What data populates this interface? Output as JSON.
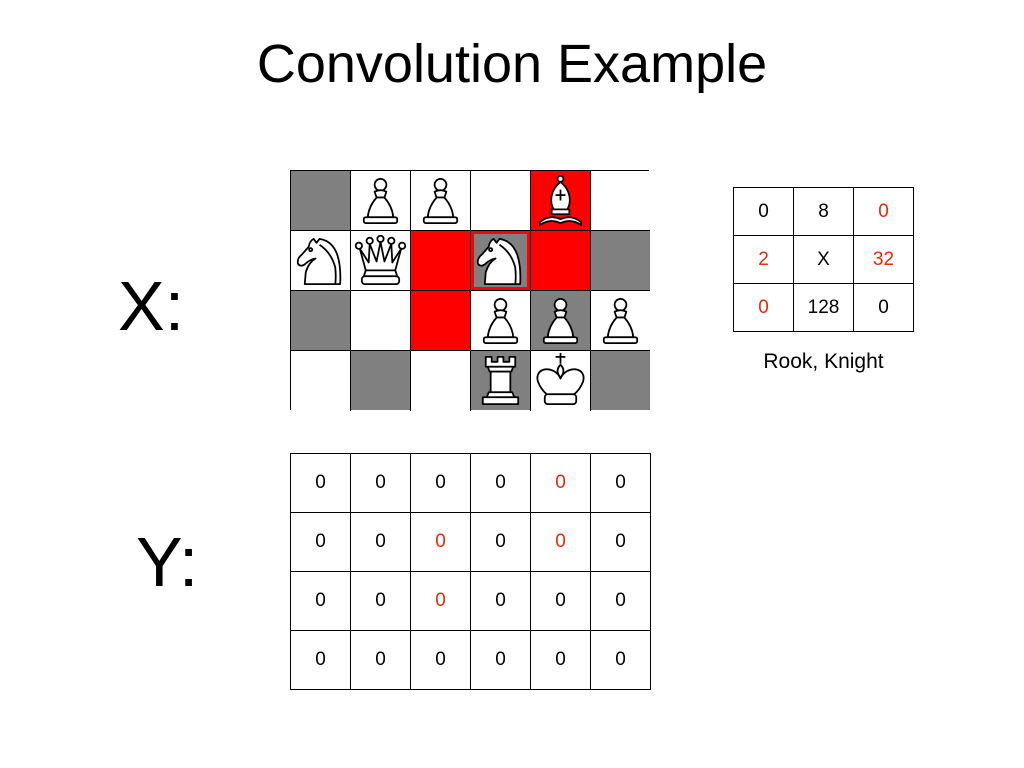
{
  "title": "Convolution Example",
  "x_label": "X:",
  "y_label": "Y:",
  "colors": {
    "highlight_red": "#ff0000",
    "value_red": "#e8290c",
    "dark_square": "#808080"
  },
  "board": {
    "squares": [
      [
        "grey",
        "white",
        "white",
        "white",
        "red",
        "white"
      ],
      [
        "white",
        "white",
        "red",
        "grey",
        "red",
        "grey"
      ],
      [
        "grey",
        "white",
        "red",
        "white",
        "grey",
        "white"
      ],
      [
        "white",
        "grey",
        "white",
        "grey",
        "white",
        "grey"
      ]
    ],
    "pieces": [
      {
        "row": 0,
        "col": 1,
        "piece": "pawn"
      },
      {
        "row": 0,
        "col": 2,
        "piece": "pawn"
      },
      {
        "row": 0,
        "col": 4,
        "piece": "bishop"
      },
      {
        "row": 1,
        "col": 0,
        "piece": "knight"
      },
      {
        "row": 1,
        "col": 1,
        "piece": "queen"
      },
      {
        "row": 1,
        "col": 3,
        "piece": "knight"
      },
      {
        "row": 2,
        "col": 3,
        "piece": "pawn"
      },
      {
        "row": 2,
        "col": 4,
        "piece": "pawn"
      },
      {
        "row": 2,
        "col": 5,
        "piece": "pawn"
      },
      {
        "row": 3,
        "col": 3,
        "piece": "rook"
      },
      {
        "row": 3,
        "col": 4,
        "piece": "king"
      }
    ],
    "highlighted": {
      "row": 1,
      "col": 3
    }
  },
  "filter": {
    "caption": "Rook, Knight",
    "cells": [
      [
        {
          "v": "0",
          "red": false
        },
        {
          "v": "8",
          "red": false
        },
        {
          "v": "0",
          "red": true
        }
      ],
      [
        {
          "v": "2",
          "red": true
        },
        {
          "v": "X",
          "red": false
        },
        {
          "v": "32",
          "red": true
        }
      ],
      [
        {
          "v": "0",
          "red": true
        },
        {
          "v": "128",
          "red": false
        },
        {
          "v": "0",
          "red": false
        }
      ]
    ]
  },
  "output": {
    "cells": [
      [
        {
          "v": "0",
          "red": false
        },
        {
          "v": "0",
          "red": false
        },
        {
          "v": "0",
          "red": false
        },
        {
          "v": "0",
          "red": false
        },
        {
          "v": "0",
          "red": true
        },
        {
          "v": "0",
          "red": false
        }
      ],
      [
        {
          "v": "0",
          "red": false
        },
        {
          "v": "0",
          "red": false
        },
        {
          "v": "0",
          "red": true
        },
        {
          "v": "0",
          "red": false
        },
        {
          "v": "0",
          "red": true
        },
        {
          "v": "0",
          "red": false
        }
      ],
      [
        {
          "v": "0",
          "red": false
        },
        {
          "v": "0",
          "red": false
        },
        {
          "v": "0",
          "red": true
        },
        {
          "v": "0",
          "red": false
        },
        {
          "v": "0",
          "red": false
        },
        {
          "v": "0",
          "red": false
        }
      ],
      [
        {
          "v": "0",
          "red": false
        },
        {
          "v": "0",
          "red": false
        },
        {
          "v": "0",
          "red": false
        },
        {
          "v": "0",
          "red": false
        },
        {
          "v": "0",
          "red": false
        },
        {
          "v": "0",
          "red": false
        }
      ]
    ]
  }
}
